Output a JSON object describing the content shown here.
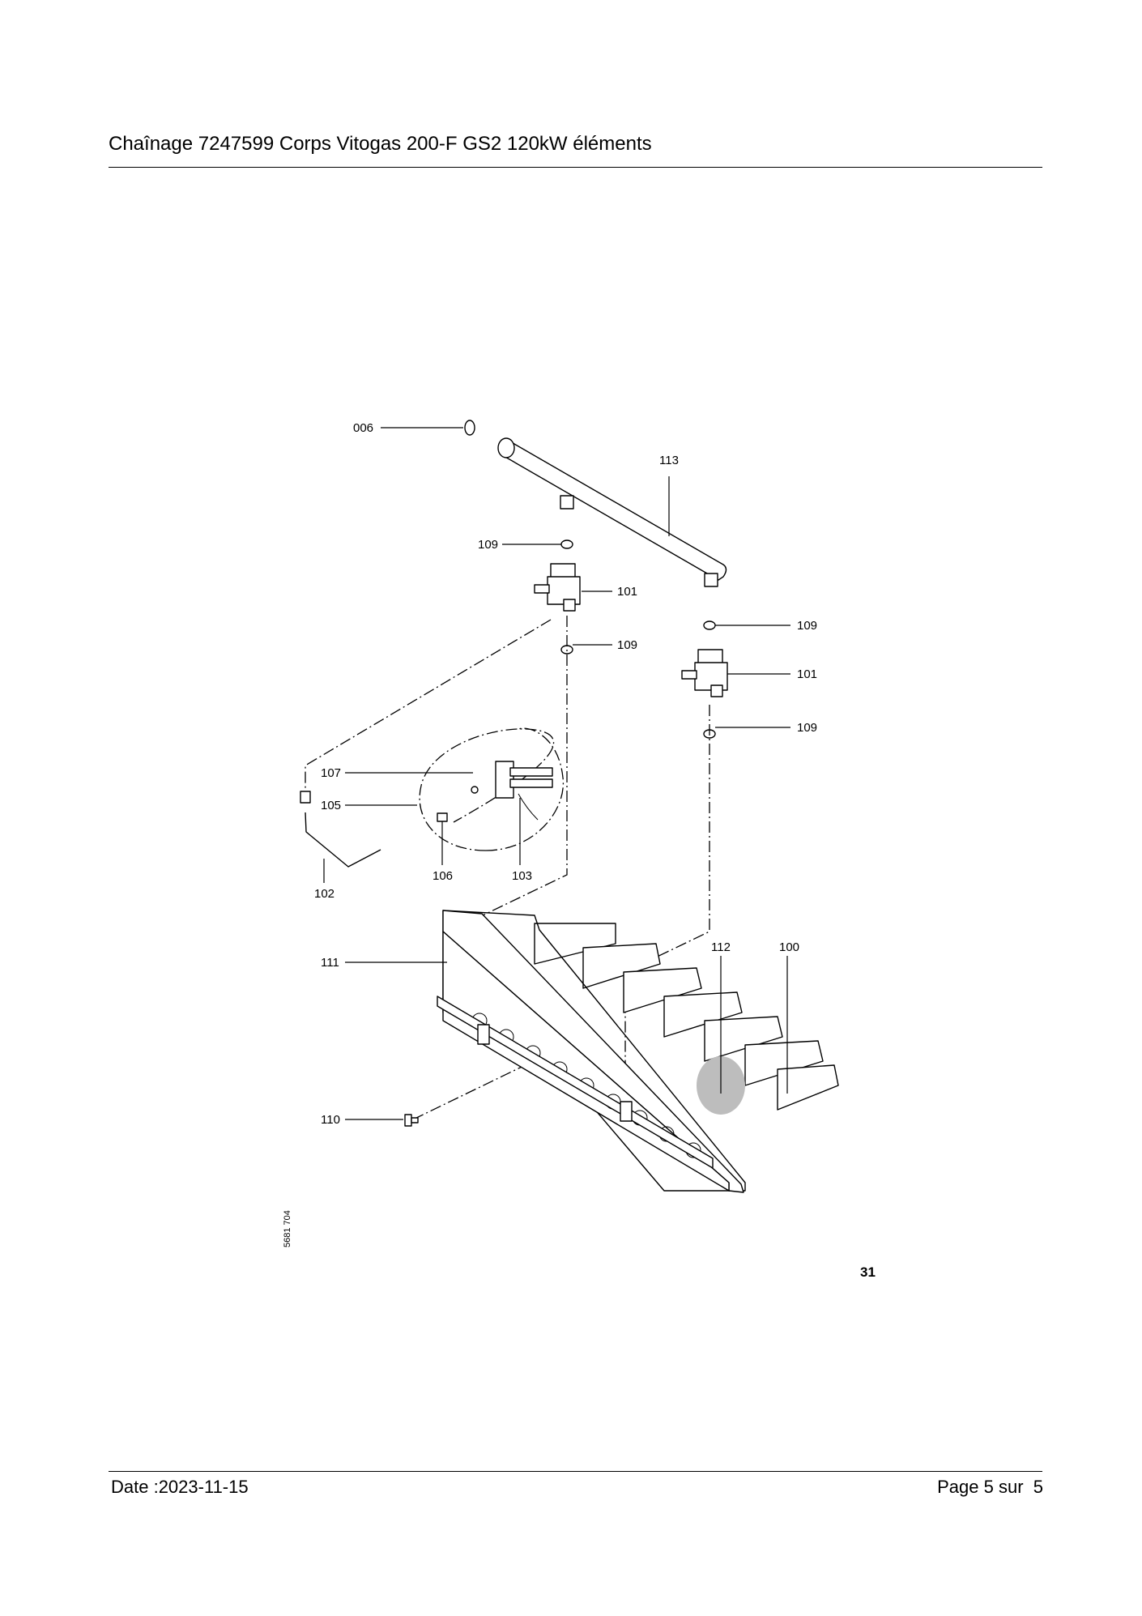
{
  "header": {
    "title": "Chaînage 7247599 Corps Vitogas 200-F GS2 120kW éléments"
  },
  "diagram": {
    "labels": {
      "p006": "006",
      "p113": "113",
      "p109a": "109",
      "p101a": "101",
      "p109b": "109",
      "p109c": "109",
      "p101b": "101",
      "p109d": "109",
      "p107": "107",
      "p105": "105",
      "p106": "106",
      "p103": "103",
      "p102": "102",
      "p111": "111",
      "p112": "112",
      "p100": "100",
      "p110": "110"
    },
    "drawing_number": "5681 704",
    "figure_number": "31"
  },
  "footer": {
    "date": "Date :2023-11-15",
    "page": "Page 5 sur  5"
  }
}
